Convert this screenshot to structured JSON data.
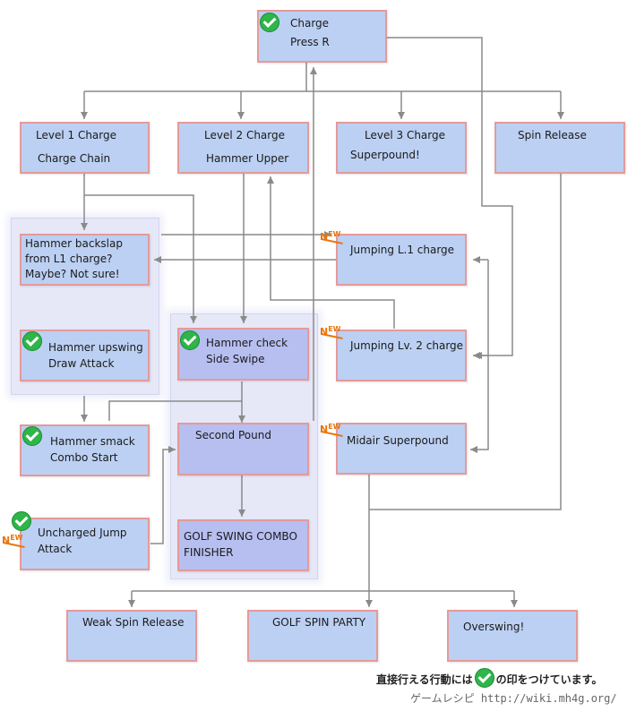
{
  "nodes": {
    "charge": {
      "line1": "Charge",
      "line2": "Press R"
    },
    "level1": {
      "line1": "Level 1 Charge",
      "line2": "Charge Chain"
    },
    "level2": {
      "line1": "Level 2 Charge",
      "line2": "Hammer Upper"
    },
    "level3": {
      "line1": "Level 3 Charge",
      "line2": "Superpound!"
    },
    "spin_release": {
      "line1": "Spin Release"
    },
    "backslap": {
      "line1": "Hammer backslap",
      "line2": "from L1 charge?",
      "line3": "Maybe? Not sure!"
    },
    "upswing": {
      "line1": "Hammer upswing",
      "line2": "Draw Attack"
    },
    "check_swipe": {
      "line1": "Hammer check",
      "line2": "Side Swipe"
    },
    "jump_l1": {
      "line1": "Jumping L.1 charge"
    },
    "jump_l2": {
      "line1": "Jumping Lv. 2 charge"
    },
    "smack": {
      "line1": "Hammer smack",
      "line2": "Combo Start"
    },
    "second_pound": {
      "line1": "Second Pound"
    },
    "midair": {
      "line1": "Midair Superpound"
    },
    "uncharged_jump": {
      "line1": "Uncharged Jump",
      "line2": "Attack"
    },
    "golf_finisher": {
      "line1": "GOLF SWING COMBO",
      "line2": "FINISHER"
    },
    "weak_spin": {
      "line1": "Weak Spin Release"
    },
    "golf_party": {
      "line1": "GOLF SPIN PARTY"
    },
    "overswing": {
      "line1": "Overswing!"
    }
  },
  "new_badge": {
    "n": "N",
    "ew": "EW"
  },
  "footer": {
    "legend_before": "直接行える行動には",
    "legend_after": "の印をつけています。",
    "credit_site": "ゲームレシピ",
    "credit_url": "http://wiki.mh4g.org/"
  },
  "colors": {
    "node_fill": "#bcd0f3",
    "node_fill_group": "#b6bff0",
    "node_border": "#e59a9a",
    "connector": "#8a8a8a",
    "check": "#2fb54a",
    "new_badge": "#e8760c",
    "group_bg": "#e6e8f7"
  }
}
